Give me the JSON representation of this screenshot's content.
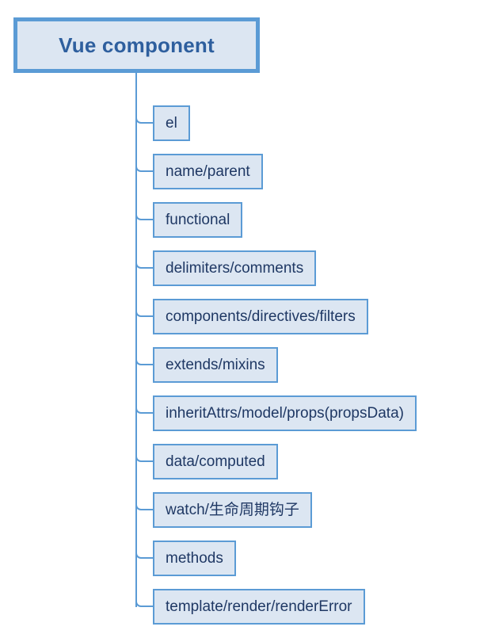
{
  "diagram": {
    "type": "tree",
    "orientation": "vertical-trunk-right-branches",
    "colors": {
      "node_fill": "#dce6f2",
      "node_border": "#5b9bd5",
      "root_text": "#2e5f9e",
      "child_text": "#1f3864",
      "connector": "#5b9bd5",
      "background": "#ffffff"
    },
    "root": {
      "label": "Vue component"
    },
    "children": [
      {
        "label": "el"
      },
      {
        "label": "name/parent"
      },
      {
        "label": "functional"
      },
      {
        "label": "delimiters/comments"
      },
      {
        "label": "components/directives/filters"
      },
      {
        "label": "extends/mixins"
      },
      {
        "label": "inheritAttrs/model/props(propsData)"
      },
      {
        "label": "data/computed"
      },
      {
        "label": "watch/生命周期钩子"
      },
      {
        "label": "methods"
      },
      {
        "label": "template/render/renderError"
      }
    ]
  }
}
